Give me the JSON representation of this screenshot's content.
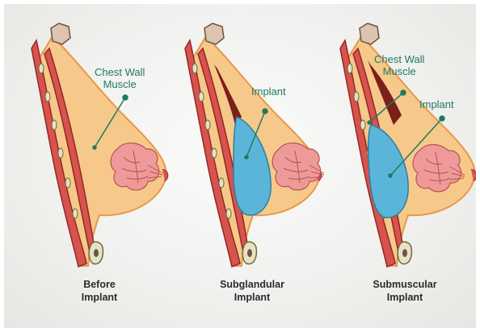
{
  "panels": [
    {
      "caption_line1": "Before",
      "caption_line2": "Implant",
      "labels": [
        {
          "line1": "Chest Wall",
          "line2": "Muscle"
        }
      ]
    },
    {
      "caption_line1": "Subglandular",
      "caption_line2": "Implant",
      "labels": [
        {
          "line1": "Implant",
          "line2": ""
        }
      ]
    },
    {
      "caption_line1": "Submuscular",
      "caption_line2": "Implant",
      "labels": [
        {
          "line1": "Chest Wall",
          "line2": "Muscle"
        },
        {
          "line1": "Implant",
          "line2": ""
        }
      ]
    }
  ],
  "colors": {
    "skin": "#f6c98a",
    "skin_edge": "#e8974a",
    "muscle": "#d8524e",
    "muscle_dark": "#7a1f1a",
    "gland": "#ef9a9a",
    "implant": "#5bb5d8",
    "bone": "#e8e2c4",
    "leader": "#1f7a60"
  }
}
